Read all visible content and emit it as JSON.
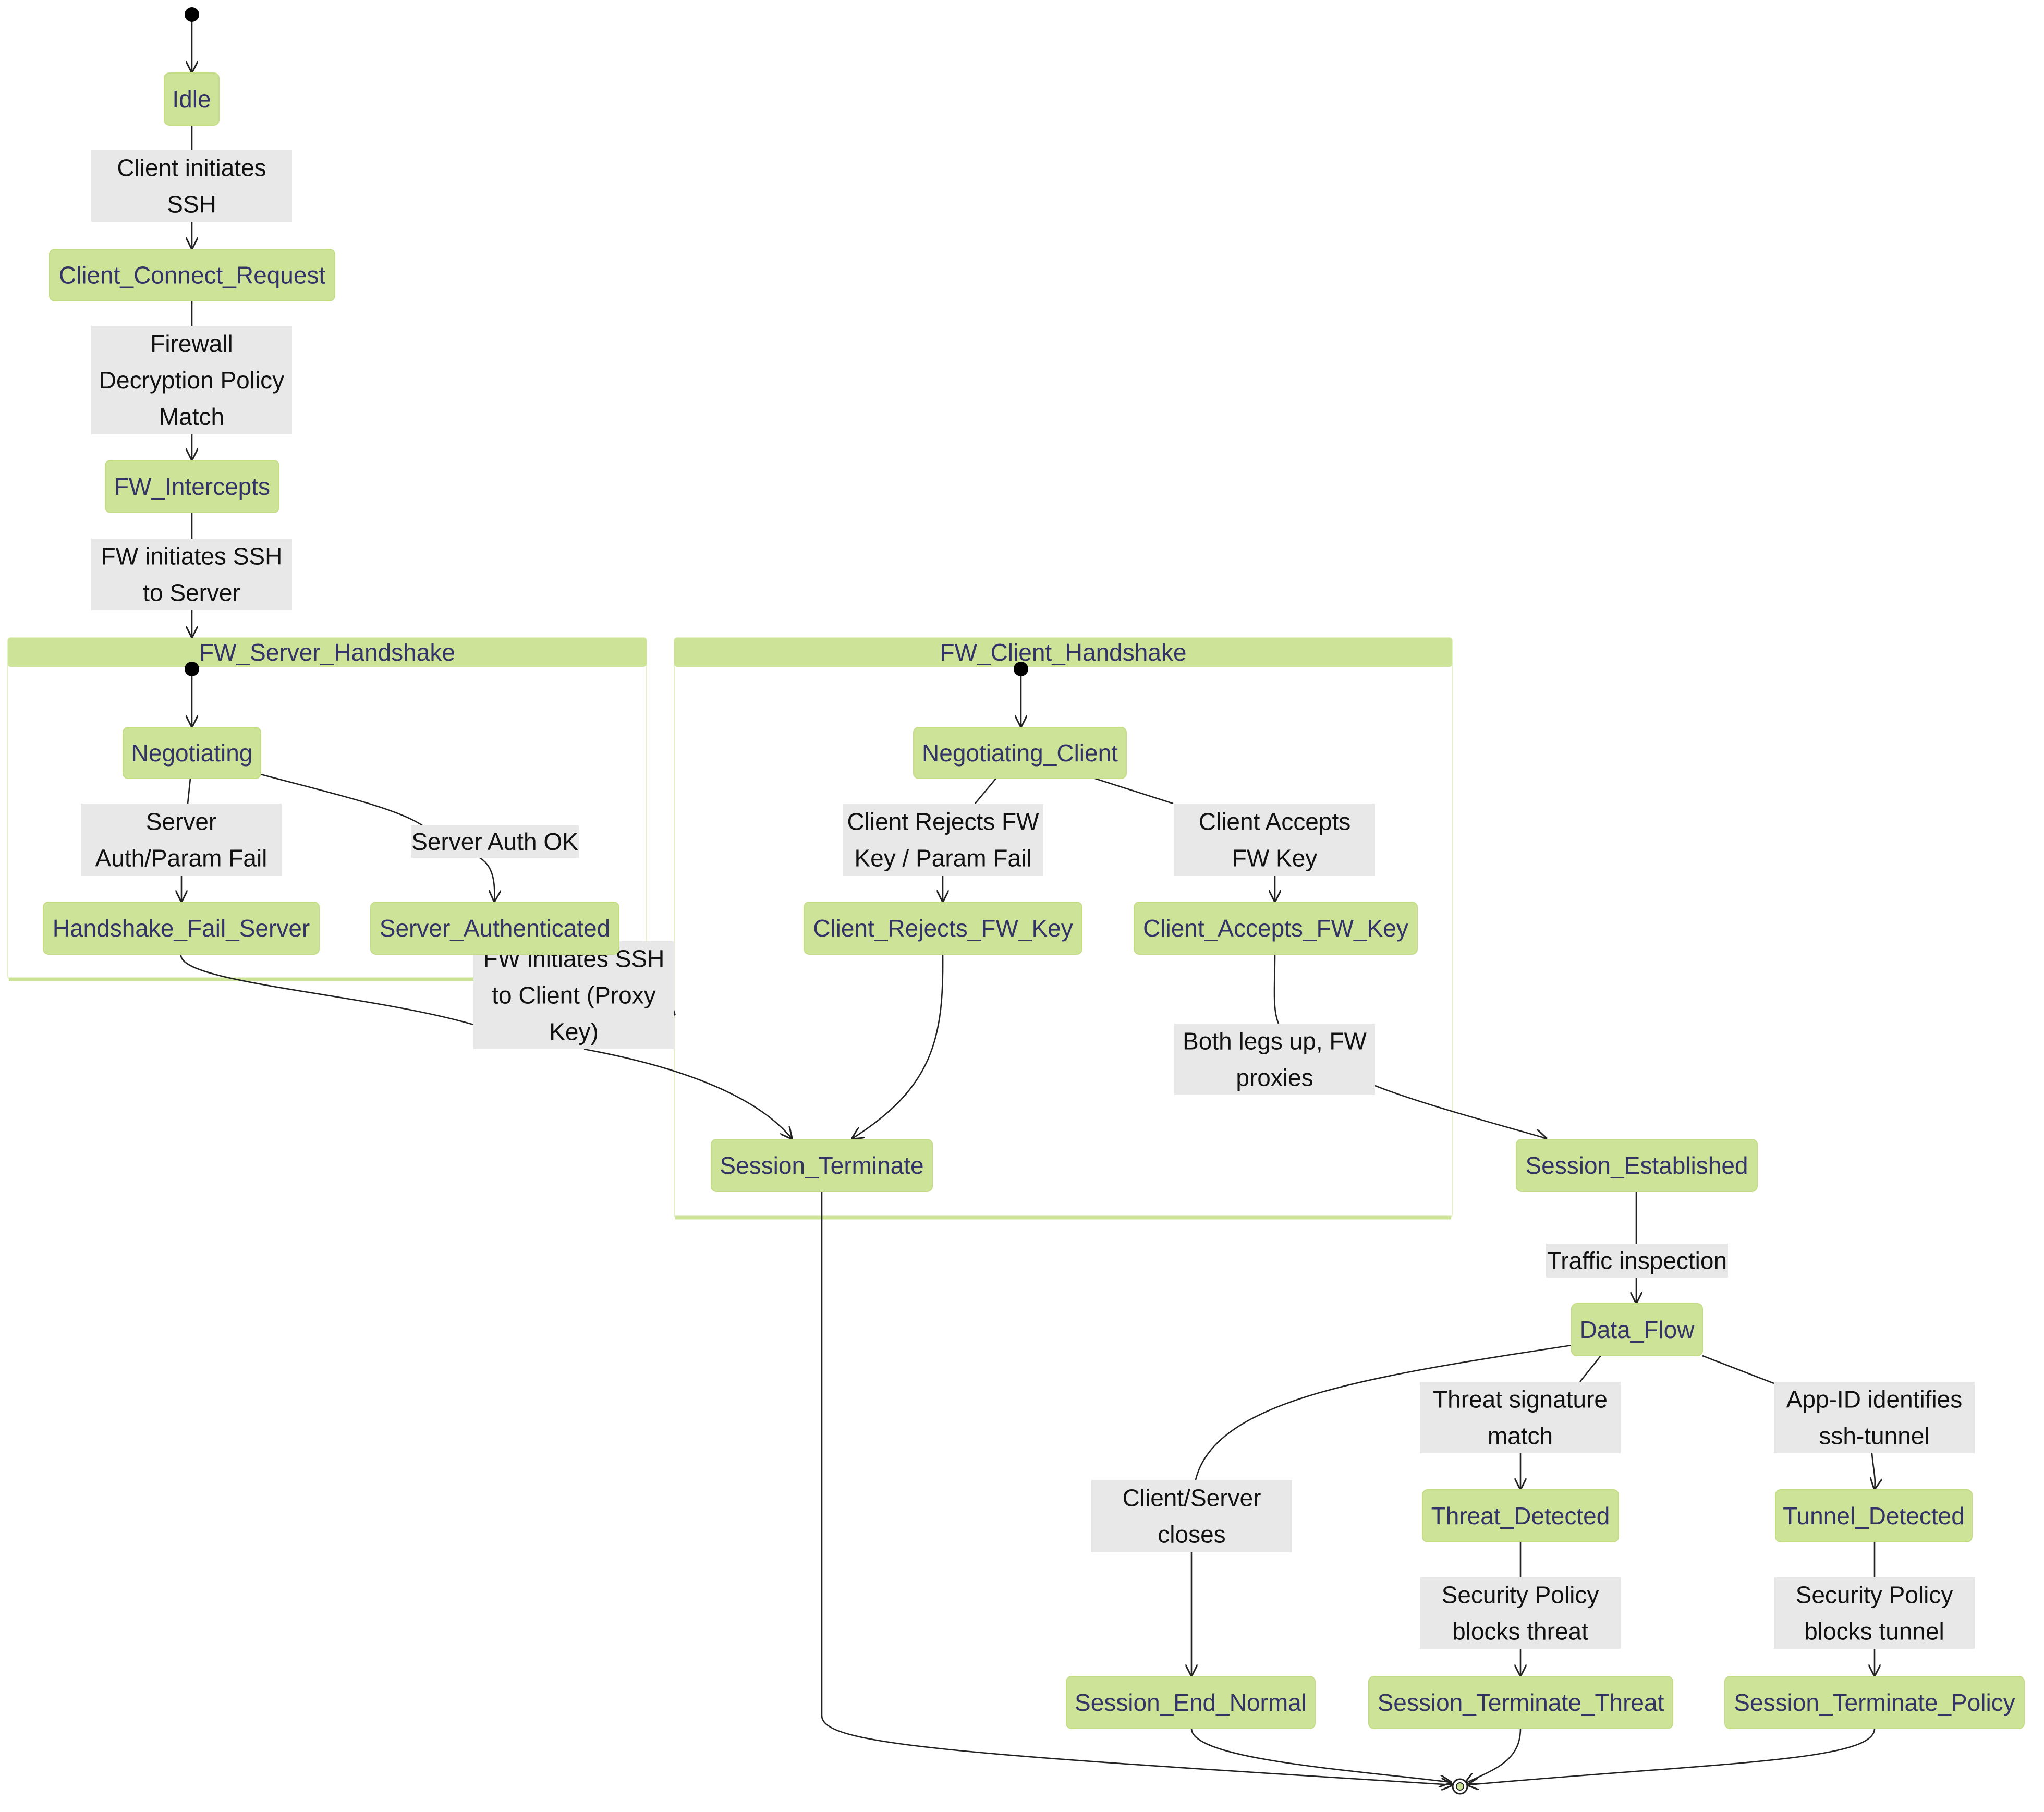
{
  "colors": {
    "state_fill": "#cde498",
    "state_text": "#333366",
    "label_bg": "#e8e8e8",
    "label_text": "#111111",
    "edge": "#222222",
    "cluster_header": "#cde498"
  },
  "clusters": [
    {
      "id": "fw_server_handshake",
      "label": "FW_Server_Handshake"
    },
    {
      "id": "fw_client_handshake",
      "label": "FW_Client_Handshake"
    }
  ],
  "states": [
    {
      "id": "idle",
      "label": "Idle"
    },
    {
      "id": "client_connect_request",
      "label": "Client_Connect_Request"
    },
    {
      "id": "fw_intercepts",
      "label": "FW_Intercepts"
    },
    {
      "id": "negotiating",
      "label": "Negotiating"
    },
    {
      "id": "handshake_fail_server",
      "label": "Handshake_Fail_Server"
    },
    {
      "id": "server_authenticated",
      "label": "Server_Authenticated"
    },
    {
      "id": "negotiating_client",
      "label": "Negotiating_Client"
    },
    {
      "id": "client_rejects_fw_key",
      "label": "Client_Rejects_FW_Key"
    },
    {
      "id": "client_accepts_fw_key",
      "label": "Client_Accepts_FW_Key"
    },
    {
      "id": "session_terminate",
      "label": "Session_Terminate"
    },
    {
      "id": "session_established",
      "label": "Session_Established"
    },
    {
      "id": "data_flow",
      "label": "Data_Flow"
    },
    {
      "id": "threat_detected",
      "label": "Threat_Detected"
    },
    {
      "id": "tunnel_detected",
      "label": "Tunnel_Detected"
    },
    {
      "id": "session_end_normal",
      "label": "Session_End_Normal"
    },
    {
      "id": "session_terminate_threat",
      "label": "Session_Terminate_Threat"
    },
    {
      "id": "session_terminate_policy",
      "label": "Session_Terminate_Policy"
    }
  ],
  "transitions": [
    {
      "id": "client_initiates_ssh",
      "lines": [
        "Client initiates",
        "SSH"
      ]
    },
    {
      "id": "firewall_decryption_policy_match",
      "lines": [
        "Firewall",
        "Decryption Policy",
        "Match"
      ]
    },
    {
      "id": "fw_initiates_ssh_to_server",
      "lines": [
        "FW initiates SSH",
        "to Server"
      ]
    },
    {
      "id": "server_auth_param_fail",
      "lines": [
        "Server",
        "Auth/Param Fail"
      ]
    },
    {
      "id": "server_auth_ok",
      "lines": [
        "Server Auth OK"
      ]
    },
    {
      "id": "fw_initiates_ssh_to_client",
      "lines": [
        "FW initiates SSH",
        "to Client (Proxy",
        "Key)"
      ]
    },
    {
      "id": "client_rejects_fw_key_param_fail",
      "lines": [
        "Client Rejects FW",
        "Key / Param Fail"
      ]
    },
    {
      "id": "client_accepts_fw_key_label",
      "lines": [
        "Client Accepts",
        "FW Key"
      ]
    },
    {
      "id": "both_legs_up",
      "lines": [
        "Both legs up, FW",
        "proxies"
      ]
    },
    {
      "id": "traffic_inspection",
      "lines": [
        "Traffic inspection"
      ]
    },
    {
      "id": "threat_signature_match",
      "lines": [
        "Threat signature",
        "match"
      ]
    },
    {
      "id": "app_id_identifies_ssh_tunnel",
      "lines": [
        "App-ID identifies",
        "ssh-tunnel"
      ]
    },
    {
      "id": "client_server_closes",
      "lines": [
        "Client/Server",
        "closes"
      ]
    },
    {
      "id": "security_policy_blocks_threat",
      "lines": [
        "Security Policy",
        "blocks threat"
      ]
    },
    {
      "id": "security_policy_blocks_tunnel",
      "lines": [
        "Security Policy",
        "blocks tunnel"
      ]
    }
  ]
}
